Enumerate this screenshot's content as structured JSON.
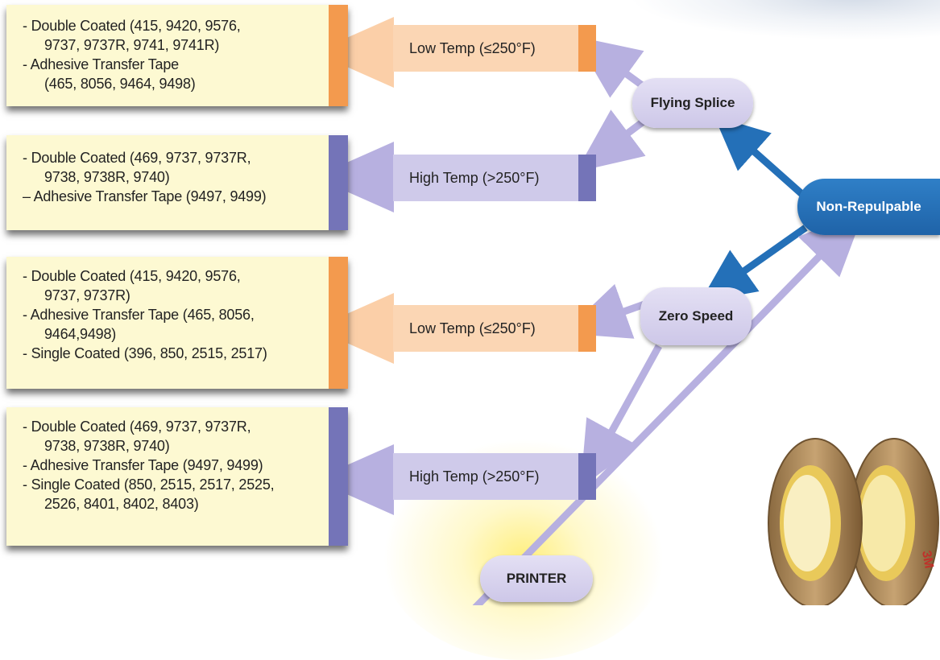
{
  "nodes": {
    "non_repulpable": "Non-Repulpable",
    "flying_splice": "Flying Splice",
    "zero_speed": "Zero Speed",
    "printer": "PRINTER"
  },
  "temps": {
    "low_1": "Low Temp (≤250°F)",
    "high_1": "High Temp (>250°F)",
    "low_2": "Low Temp (≤250°F)",
    "high_2": "High Temp (>250°F)"
  },
  "specs": {
    "box1": [
      {
        "text": "- Double Coated (415, 9420, 9576,",
        "indent": false
      },
      {
        "text": "9737, 9737R, 9741, 9741R)",
        "indent": true
      },
      {
        "text": "- Adhesive Transfer Tape",
        "indent": false
      },
      {
        "text": "(465, 8056, 9464, 9498)",
        "indent": true
      }
    ],
    "box2": [
      {
        "text": "- Double Coated (469, 9737, 9737R,",
        "indent": false
      },
      {
        "text": "9738, 9738R, 9740)",
        "indent": true
      },
      {
        "text": "– Adhesive Transfer Tape (9497, 9499)",
        "indent": false
      }
    ],
    "box3": [
      {
        "text": "- Double Coated (415, 9420, 9576,",
        "indent": false
      },
      {
        "text": "9737, 9737R)",
        "indent": true
      },
      {
        "text": "- Adhesive Transfer Tape (465, 8056,",
        "indent": false
      },
      {
        "text": "9464,9498)",
        "indent": true
      },
      {
        "text": "- Single Coated (396, 850, 2515, 2517)",
        "indent": false
      }
    ],
    "box4": [
      {
        "text": "- Double Coated (469, 9737, 9737R,",
        "indent": false
      },
      {
        "text": "9738, 9738R, 9740)",
        "indent": true
      },
      {
        "text": "- Adhesive Transfer Tape (9497, 9499)",
        "indent": false
      },
      {
        "text": "- Single Coated (850, 2515, 2517, 2525,",
        "indent": false
      },
      {
        "text": "2526, 8401, 8402, 8403)",
        "indent": true
      }
    ]
  },
  "colors": {
    "orange": "#f39a4e",
    "purple": "#7474b8",
    "blue": "#2470b8",
    "light_orange": "#fbd6b4",
    "light_purple": "#b7b0e0"
  },
  "images": {
    "tape_rolls": "tape-rolls-photo",
    "tape_brand": "3M"
  }
}
